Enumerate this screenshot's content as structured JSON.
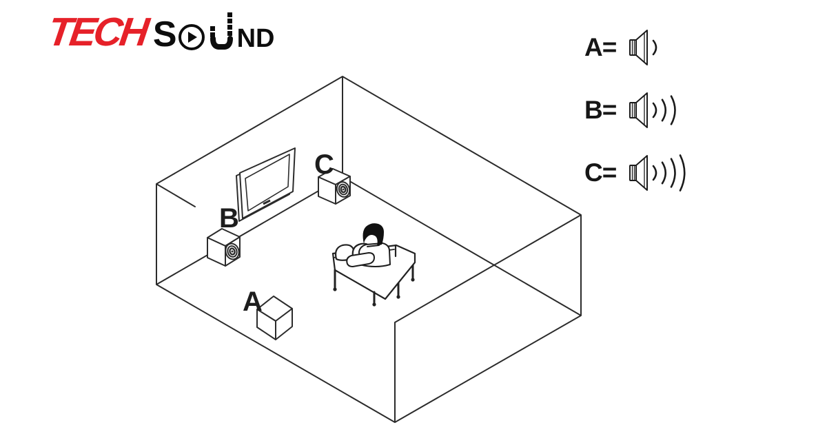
{
  "brand": {
    "tech": "TECH",
    "sound_word": "SOUND",
    "s": "S",
    "nd": "ND",
    "tech_color": "#e62129",
    "dark_color": "#0d0d0d"
  },
  "room": {
    "labels": {
      "a": "A",
      "b": "B",
      "c": "C"
    }
  },
  "legend": {
    "rows": [
      {
        "label": "A=",
        "waves": 1
      },
      {
        "label": "B=",
        "waves": 3
      },
      {
        "label": "C=",
        "waves": 4
      }
    ]
  },
  "colors": {
    "background": "#ffffff",
    "line": "#2b2b2b",
    "legend_line": "#1a1a1a"
  }
}
